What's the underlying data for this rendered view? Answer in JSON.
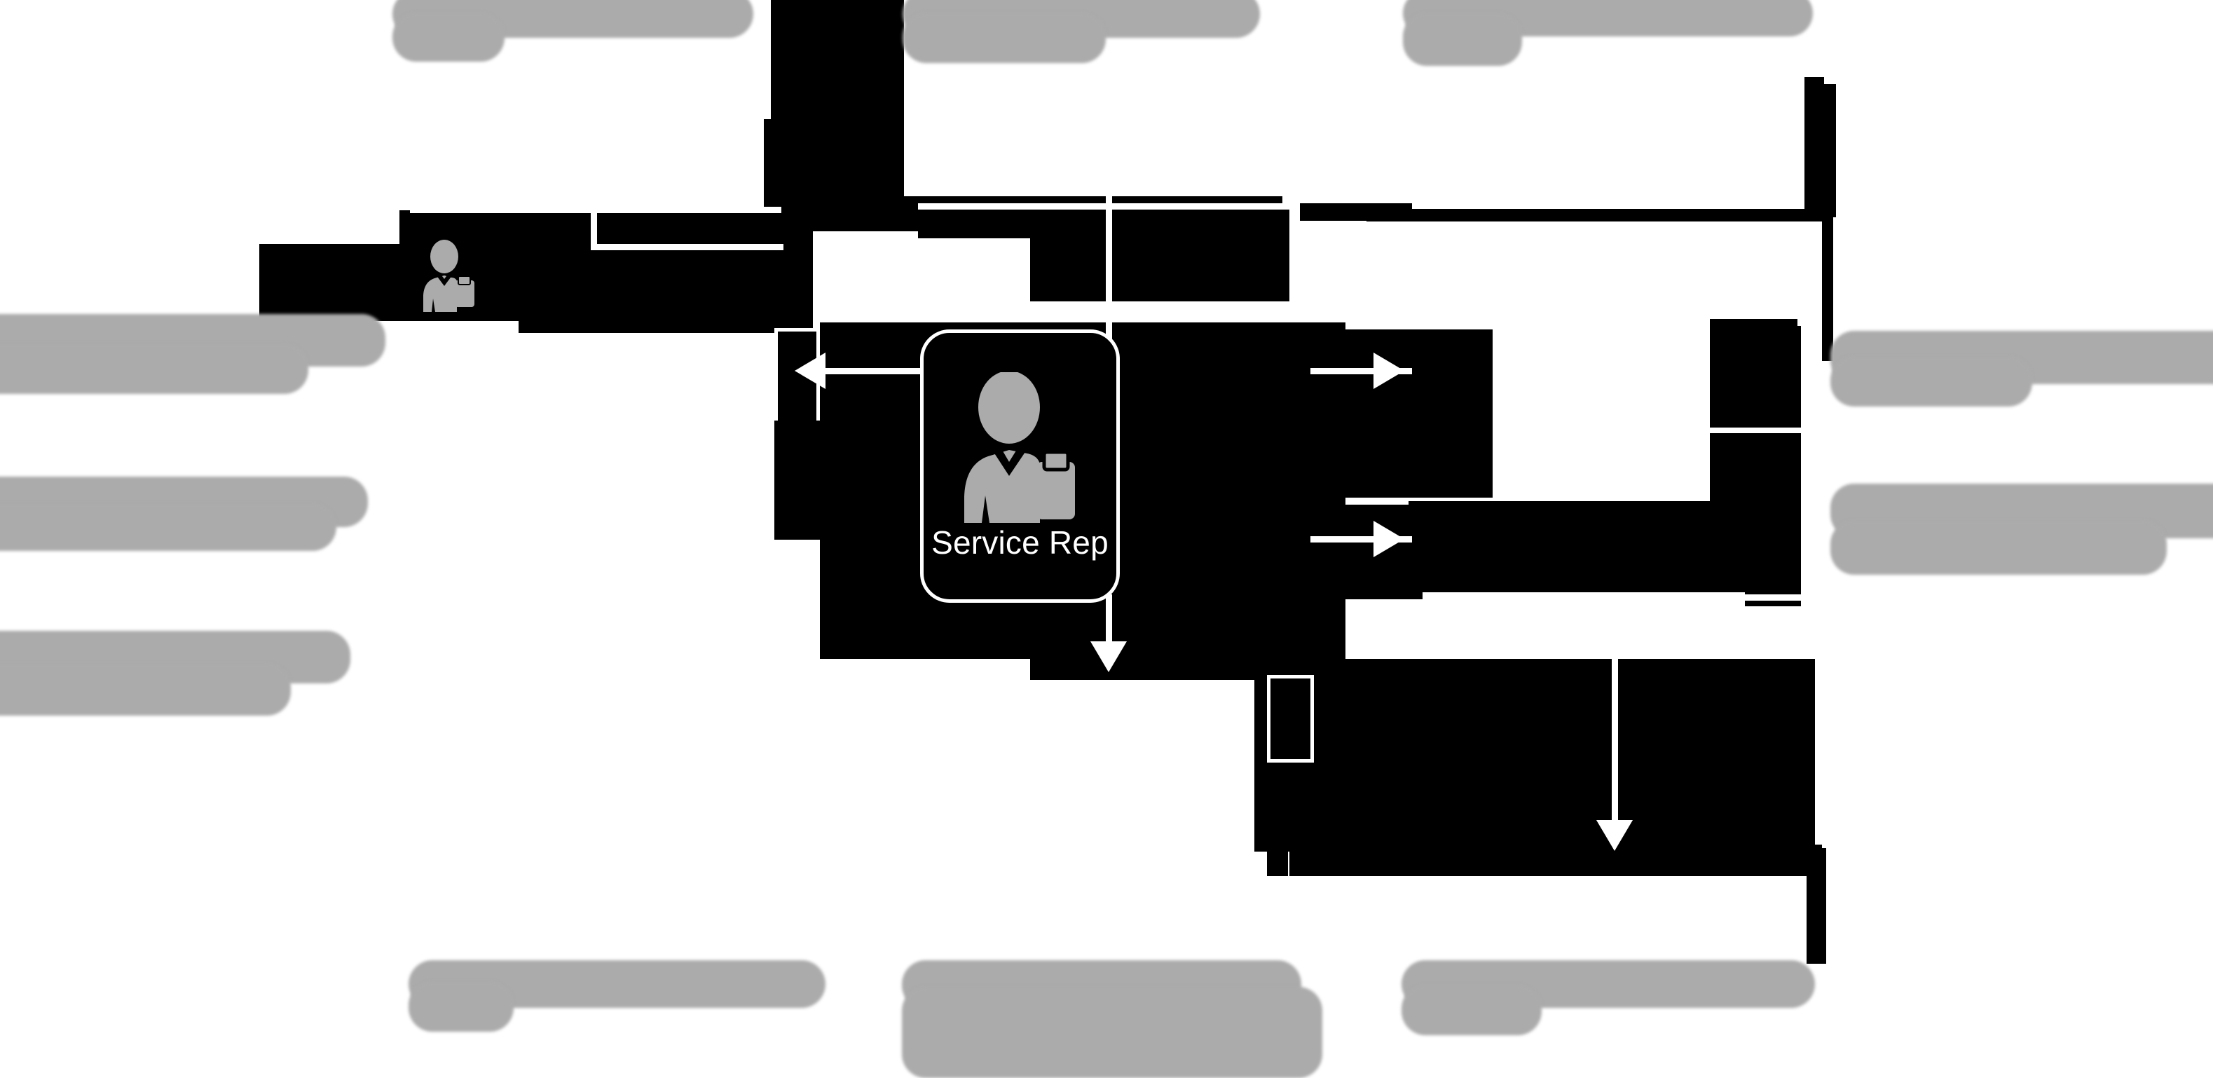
{
  "diagram": {
    "type": "flow-diagram",
    "redaction_state": "heavily-redacted",
    "background_color": "#ffffff",
    "node_fill_color": "#000000",
    "node_border_color": "#ffffff",
    "connector_color": "#ffffff",
    "redacted_text_color": "#ababab",
    "visible_label_color": "#ffffff"
  },
  "actor": {
    "label": "Service Rep",
    "icon": "person-with-clipboard-icon"
  },
  "secondary_actor": {
    "icon": "person-with-clipboard-icon"
  },
  "redacted_nodes": [
    {
      "id": "node-top-center",
      "label": ""
    },
    {
      "id": "node-upper-left",
      "label": ""
    },
    {
      "id": "node-upper-right",
      "label": ""
    },
    {
      "id": "node-right-upper",
      "label": ""
    },
    {
      "id": "node-right-lower",
      "label": ""
    },
    {
      "id": "node-left-mid",
      "label": ""
    },
    {
      "id": "node-bottom-center",
      "label": ""
    },
    {
      "id": "node-bottom-right",
      "label": ""
    }
  ],
  "redacted_text_blobs": [
    {
      "id": "blob-top-1",
      "label": ""
    },
    {
      "id": "blob-top-2",
      "label": ""
    },
    {
      "id": "blob-top-3",
      "label": ""
    },
    {
      "id": "blob-left-1",
      "label": ""
    },
    {
      "id": "blob-left-2",
      "label": ""
    },
    {
      "id": "blob-left-3",
      "label": ""
    },
    {
      "id": "blob-right-1",
      "label": ""
    },
    {
      "id": "blob-right-2",
      "label": ""
    },
    {
      "id": "blob-bottom-1",
      "label": ""
    },
    {
      "id": "blob-bottom-2",
      "label": ""
    },
    {
      "id": "blob-bottom-3",
      "label": ""
    }
  ],
  "connectors": [
    {
      "id": "arrow-up-left",
      "direction": "up",
      "label": ""
    },
    {
      "id": "arrow-up-center",
      "direction": "up",
      "label": ""
    },
    {
      "id": "arrow-left-to-node",
      "direction": "left",
      "label": ""
    },
    {
      "id": "arrow-right-upper",
      "direction": "right",
      "label": ""
    },
    {
      "id": "arrow-right-lower",
      "direction": "right",
      "label": ""
    },
    {
      "id": "arrow-down-center",
      "direction": "down",
      "label": ""
    },
    {
      "id": "arrow-down-right",
      "direction": "down",
      "label": ""
    }
  ]
}
